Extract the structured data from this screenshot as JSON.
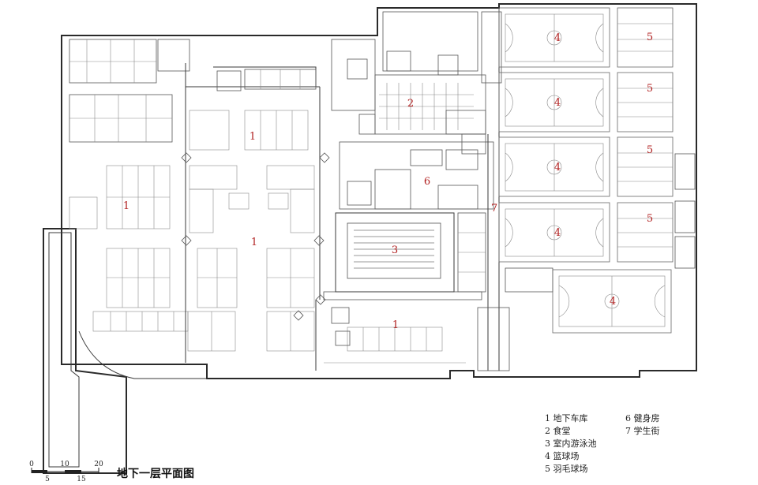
{
  "title": "地下一层平面图",
  "legend": [
    {
      "id": "1",
      "text": "1 地下车库"
    },
    {
      "id": "2",
      "text": "2 食堂"
    },
    {
      "id": "3",
      "text": "3 室内游泳池"
    },
    {
      "id": "4",
      "text": "4 篮球场"
    },
    {
      "id": "5",
      "text": "5 羽毛球场"
    },
    {
      "id": "6",
      "text": "6 健身房"
    },
    {
      "id": "7",
      "text": "7 学生街"
    }
  ],
  "scale_bar": {
    "top_ticks": [
      "0",
      "10",
      "20"
    ],
    "bottom_ticks": [
      "5",
      "15"
    ]
  },
  "zone_labels": {
    "garage_center": "1",
    "garage_west": "1",
    "garage_mid": "1",
    "garage_south": "1",
    "canteen": "2",
    "pool": "3",
    "gym": "6",
    "street": "7",
    "basketball": [
      "4",
      "4",
      "4",
      "4",
      "4"
    ],
    "badminton": [
      "5",
      "5",
      "5",
      "5"
    ]
  },
  "colors": {
    "label_red": "#b22222",
    "line": "#2a2a2a"
  }
}
